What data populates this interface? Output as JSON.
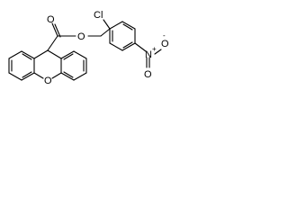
{
  "molecule": {
    "atoms": {
      "chlorine": "Cl",
      "ester_oxygen": "O",
      "carbonyl_oxygen": "O",
      "ring_oxygen": "O",
      "nitro_nitrogen": "N",
      "nitro_nitrogen_charge": "+",
      "nitro_oxygen_double": "O",
      "nitro_oxygen_single": "O",
      "nitro_oxygen_charge": "-"
    }
  }
}
